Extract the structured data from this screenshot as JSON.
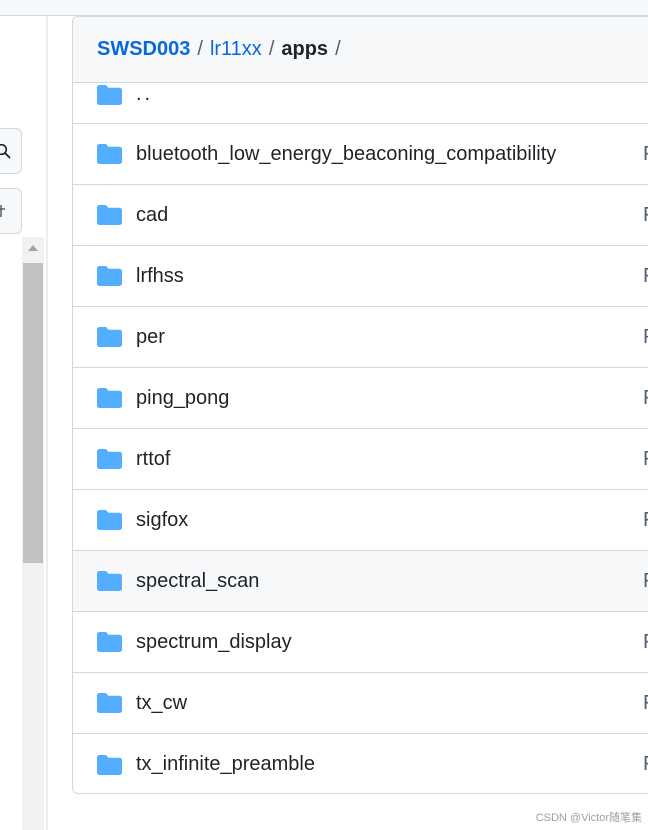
{
  "breadcrumb": {
    "repo": "SWSD003",
    "path": [
      "lr11xx"
    ],
    "current": "apps",
    "separator": "/"
  },
  "parent_row": {
    "name": ".."
  },
  "rows": [
    {
      "name": "bluetooth_low_energy_beaconing_compatibility",
      "meta": "F"
    },
    {
      "name": "cad",
      "meta": "F"
    },
    {
      "name": "lrfhss",
      "meta": "F"
    },
    {
      "name": "per",
      "meta": "F"
    },
    {
      "name": "ping_pong",
      "meta": "F"
    },
    {
      "name": "rttof",
      "meta": "F"
    },
    {
      "name": "sigfox",
      "meta": "F"
    },
    {
      "name": "spectral_scan",
      "meta": "F"
    },
    {
      "name": "spectrum_display",
      "meta": "F"
    },
    {
      "name": "tx_cw",
      "meta": "F"
    },
    {
      "name": "tx_infinite_preamble",
      "meta": "F"
    }
  ],
  "icons": {
    "folder": "folder-icon",
    "search": "search-icon",
    "filter": "filter-icon"
  },
  "colors": {
    "folder": "#54aeff",
    "link": "#0969da",
    "border": "#d0d7de"
  },
  "watermark": "CSDN @Victor随笔集"
}
